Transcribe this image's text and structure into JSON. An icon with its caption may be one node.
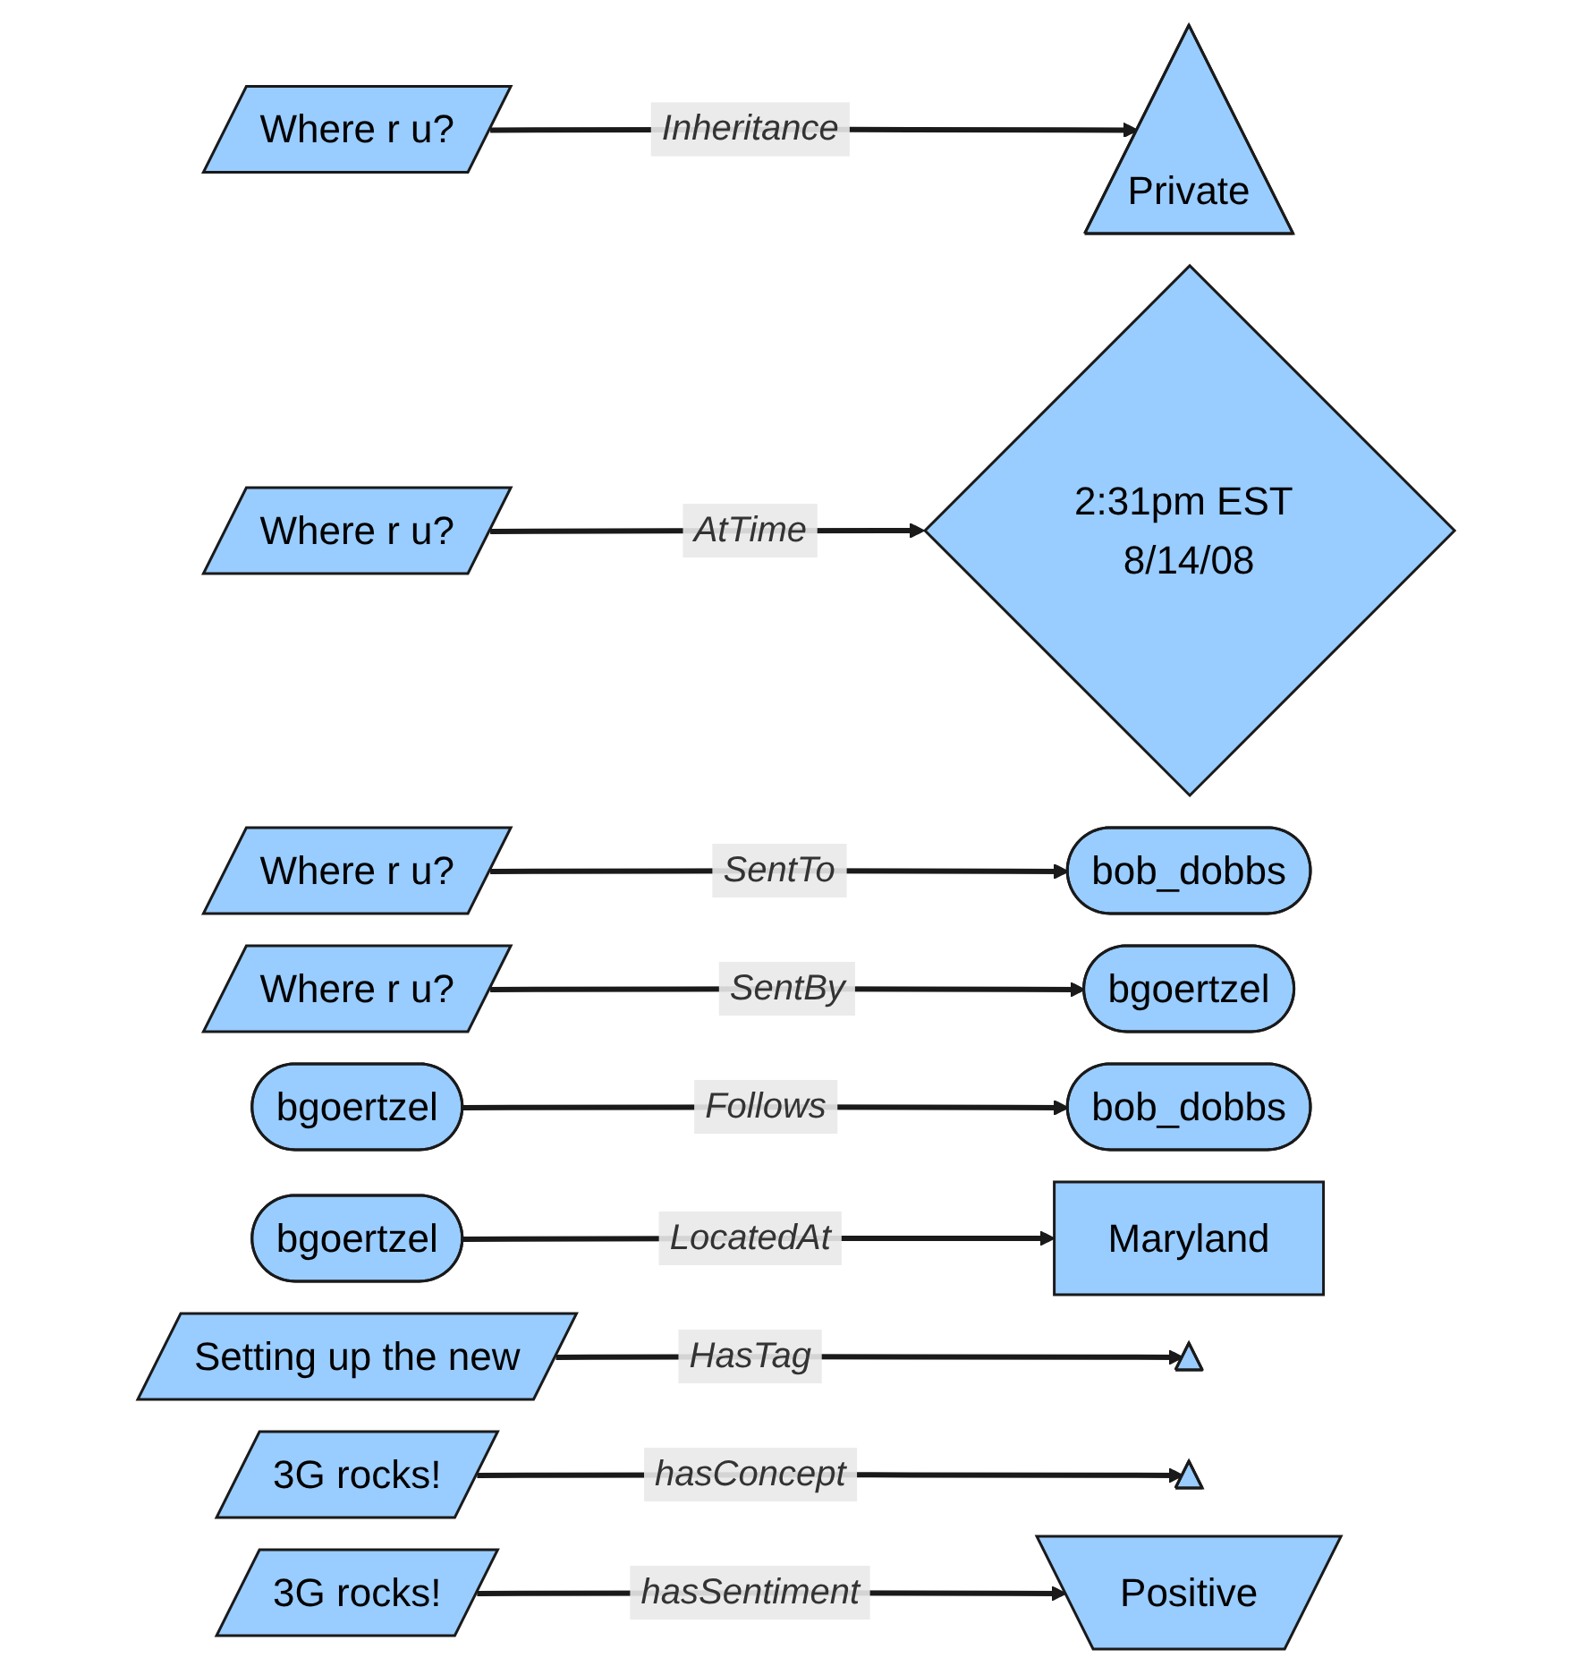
{
  "diagram": {
    "nodes": [
      {
        "text": [
          "Where r u?"
        ]
      },
      {
        "text": [
          "Private"
        ]
      },
      {
        "text": [
          "Where r u?"
        ]
      },
      {
        "text": [
          "2:31pm EST 8/14/08"
        ]
      },
      {
        "text": [
          "Where r u?"
        ]
      },
      {
        "text": [
          "bob_dobbs"
        ]
      },
      {
        "text": [
          "Where r u?"
        ]
      },
      {
        "text": [
          "bgoertzel"
        ]
      },
      {
        "text": [
          "bgoertzel"
        ]
      },
      {
        "text": [
          "bob_dobbs"
        ]
      },
      {
        "text": [
          "bgoertzel"
        ]
      },
      {
        "text": [
          "Maryland"
        ]
      },
      {
        "text": [
          "Setting up the new"
        ]
      },
      {
        "text": [],
        "shape": "triangle"
      },
      {
        "text": [
          "3G rocks!"
        ]
      },
      {
        "text": [],
        "shape": "triangle"
      },
      {
        "text": [
          "3G rocks!"
        ]
      },
      {
        "text": [
          "Positive"
        ]
      }
    ],
    "edges": [
      {
        "from": 0,
        "to": 1,
        "arrow": "to",
        "label": "Inheritance"
      },
      {
        "from": 2,
        "to": 3,
        "arrow": "to",
        "label": "AtTime"
      },
      {
        "from": 4,
        "to": 5,
        "arrow": "to",
        "label": "SentTo"
      },
      {
        "from": 6,
        "to": 7,
        "arrow": "to",
        "label": "SentBy"
      },
      {
        "from": 8,
        "to": 9,
        "arrow": "to",
        "label": "Follows"
      },
      {
        "from": 10,
        "to": 11,
        "arrow": "to",
        "label": "LocatedAt"
      },
      {
        "from": 12,
        "to": 13,
        "arrow": "to",
        "label": "HasTag"
      },
      {
        "from": 14,
        "to": 15,
        "arrow": "to",
        "label": "hasConcept"
      },
      {
        "from": 16,
        "to": 17,
        "arrow": "to",
        "label": "hasSentiment"
      }
    ]
  }
}
